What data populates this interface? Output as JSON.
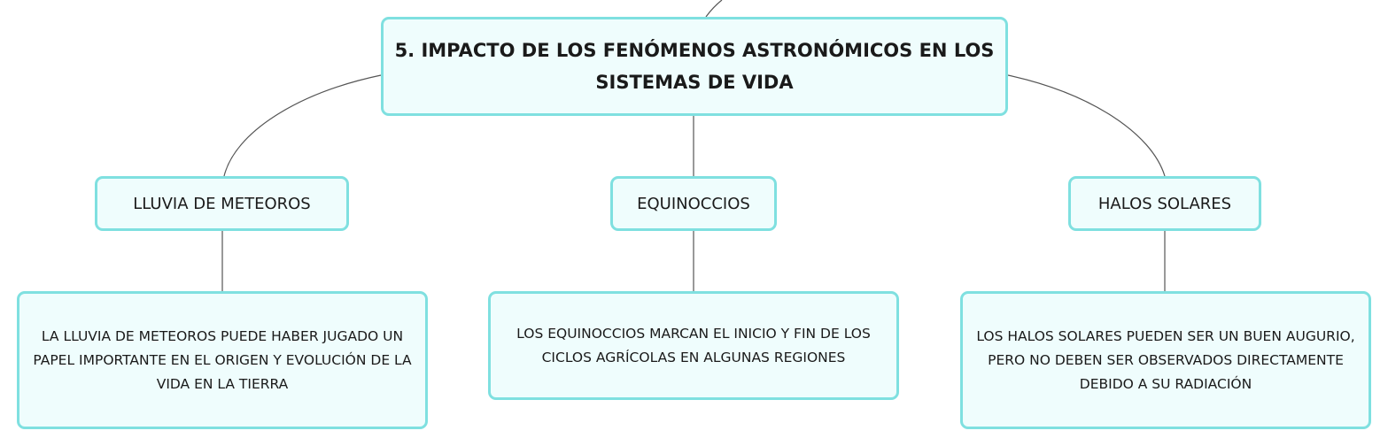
{
  "root": {
    "title": "5. IMPACTO DE LOS FENÓMENOS ASTRONÓMICOS EN LOS SISTEMAS DE VIDA"
  },
  "topics": [
    {
      "label": "LLUVIA DE METEOROS",
      "detail": "LA LLUVIA DE METEOROS PUEDE HABER JUGADO UN PAPEL IMPORTANTE EN EL ORIGEN Y EVOLUCIÓN DE LA VIDA EN LA TIERRA"
    },
    {
      "label": "EQUINOCCIOS",
      "detail": "LOS EQUINOCCIOS MARCAN EL INICIO Y FIN DE LOS CICLOS AGRÍCOLAS EN ALGUNAS REGIONES"
    },
    {
      "label": "HALOS SOLARES",
      "detail": "LOS HALOS SOLARES PUEDEN SER UN BUEN AUGURIO, PERO NO DEBEN SER OBSERVADOS DIRECTAMENTE DEBIDO A SU RADIACIÓN"
    }
  ],
  "colors": {
    "node_fill": "#effdfd",
    "node_border": "#7fe0e0",
    "connector": "#555555"
  }
}
